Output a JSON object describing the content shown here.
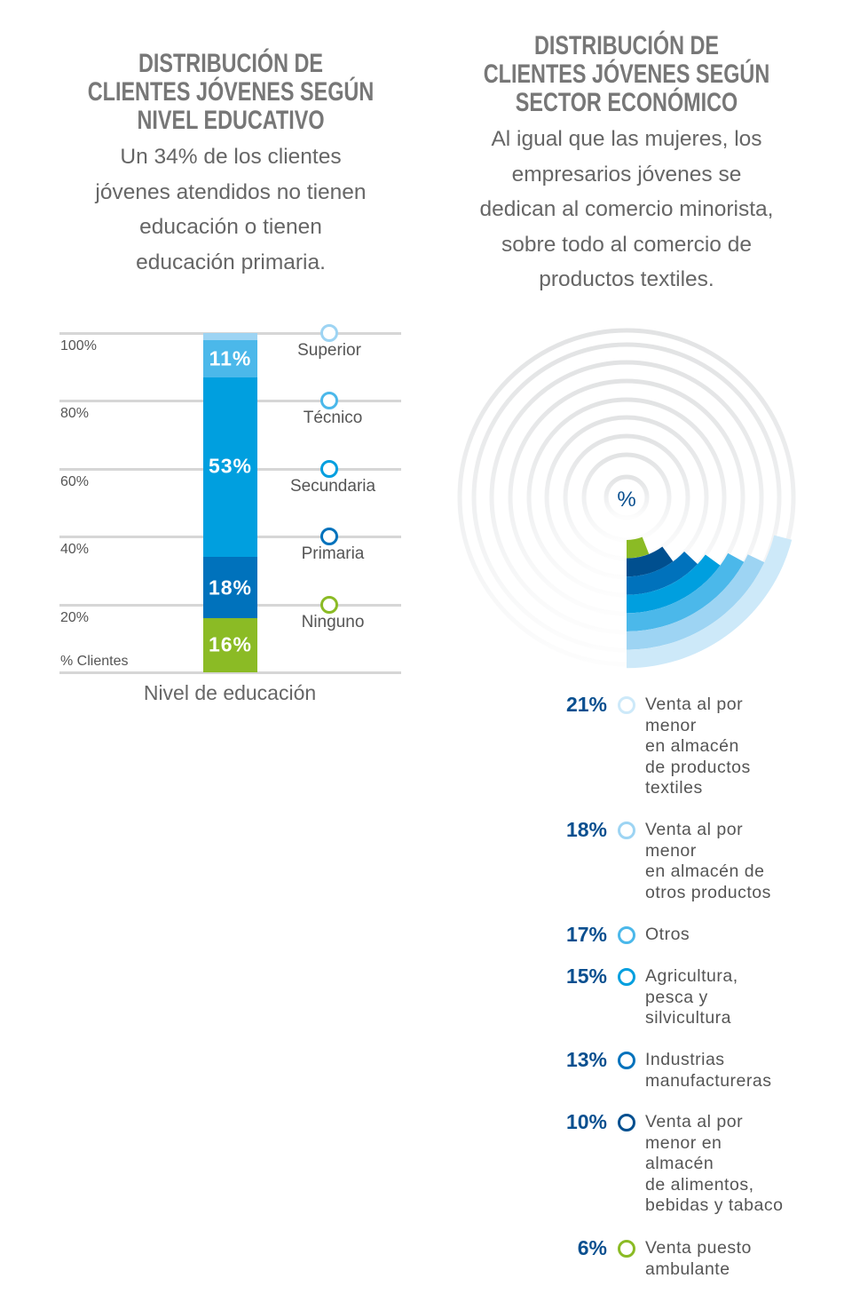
{
  "left": {
    "title": [
      "DISTRIBUCIÓN DE",
      "CLIENTES JÓVENES SEGÚN",
      "NIVEL EDUCATIVO"
    ],
    "subtitle": [
      "Un 34% de los clientes",
      "jóvenes atendidos no tienen",
      "educación o tienen",
      "educación primaria."
    ]
  },
  "right": {
    "title": [
      "DISTRIBUCIÓN DE",
      "CLIENTES JÓVENES SEGÚN",
      "SECTOR ECONÓMICO"
    ],
    "subtitle": [
      "Al igual que las mujeres, los",
      "empresarios jóvenes se",
      "dedican al comercio minorista,",
      "sobre todo al comercio de",
      "productos textiles."
    ]
  },
  "chart_data": [
    {
      "type": "bar",
      "stacked": true,
      "xlabel": "Nivel de educación",
      "ylabel": "% Clientes",
      "ylim": [
        0,
        100
      ],
      "yticks": [
        "100%",
        "80%",
        "60%",
        "40%",
        "20%"
      ],
      "segments": [
        {
          "name": "Ninguno",
          "value": 16,
          "label": "16%",
          "color": "#8bbb25"
        },
        {
          "name": "Primaria",
          "value": 18,
          "label": "18%",
          "color": "#0072bc"
        },
        {
          "name": "Secundaria",
          "value": 53,
          "label": "53%",
          "color": "#009fdf"
        },
        {
          "name": "Técnico",
          "value": 11,
          "label": "11%",
          "color": "#4bb8ea"
        },
        {
          "name": "Superior",
          "value": 2,
          "label": "",
          "color": "#9dd4f3"
        }
      ],
      "legend": [
        "Superior",
        "Técnico",
        "Secundaria",
        "Primaria",
        "Ninguno"
      ]
    },
    {
      "type": "pie",
      "variant": "radial-bar",
      "center_label": "%",
      "series": [
        {
          "name": "Venta al por menor en almacén de productos textiles",
          "lines": [
            "Venta al por",
            "menor",
            "en almacén",
            "de productos",
            "textiles"
          ],
          "value": 21,
          "label": "21%",
          "color": "#cde9f9"
        },
        {
          "name": "Venta al por menor en almacén de otros productos",
          "lines": [
            "Venta al por",
            "menor",
            "en almacén de",
            "otros productos"
          ],
          "value": 18,
          "label": "18%",
          "color": "#9dd4f3"
        },
        {
          "name": "Otros",
          "lines": [
            "Otros"
          ],
          "value": 17,
          "label": "17%",
          "color": "#4bb8ea"
        },
        {
          "name": "Agricultura, pesca y silvicultura",
          "lines": [
            "Agricultura,",
            "pesca y",
            "silvicultura"
          ],
          "value": 15,
          "label": "15%",
          "color": "#009fdf"
        },
        {
          "name": "Industrias manufactureras",
          "lines": [
            "Industrias",
            "manufactureras"
          ],
          "value": 13,
          "label": "13%",
          "color": "#0072bc"
        },
        {
          "name": "Venta al por menor en almacén de alimentos, bebidas y tabaco",
          "lines": [
            "Venta al por",
            "menor en",
            "almacén",
            "de alimentos,",
            "bebidas y tabaco"
          ],
          "value": 10,
          "label": "10%",
          "color": "#004f8f"
        },
        {
          "name": "Venta puesto ambulante",
          "lines": [
            "Venta puesto",
            "ambulante"
          ],
          "value": 6,
          "label": "6%",
          "color": "#8bbb25"
        }
      ]
    }
  ]
}
